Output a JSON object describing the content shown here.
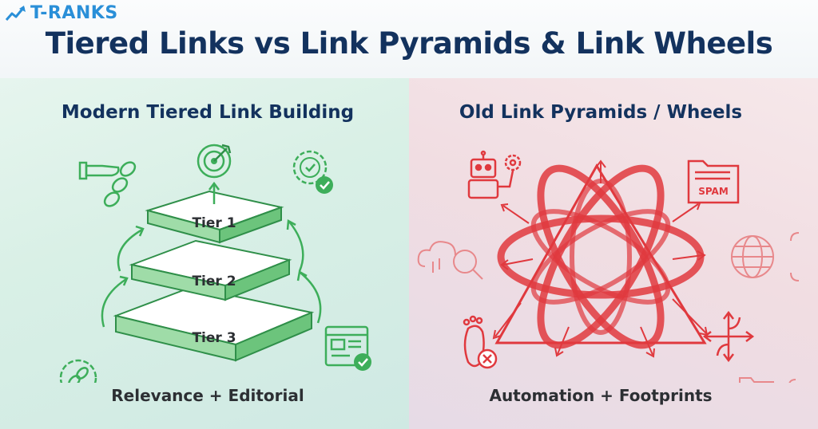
{
  "brand": {
    "logo_text": "T-RANKS"
  },
  "header": {
    "title": "Tiered Links vs Link Pyramids & Link Wheels"
  },
  "left_panel": {
    "title": "Modern Tiered Link Building",
    "tiers": [
      "Tier 1",
      "Tier 2",
      "Tier 3"
    ],
    "caption": "Relevance + Editorial",
    "accent_color": "#3dae5a",
    "icons": [
      "hand-link-icon",
      "target-icon",
      "verified-badge-icon",
      "link-gear-icon",
      "webpage-check-icon"
    ]
  },
  "right_panel": {
    "title": "Old Link Pyramids / Wheels",
    "caption": "Automation + Footprints",
    "accent_color": "#e0393e",
    "spam_label": "SPAM",
    "icons": [
      "robot-icon",
      "spam-folder-icon",
      "cloud-search-icon",
      "globe-icon",
      "footprint-icon",
      "arrows-icon",
      "folder-x-icon"
    ]
  }
}
